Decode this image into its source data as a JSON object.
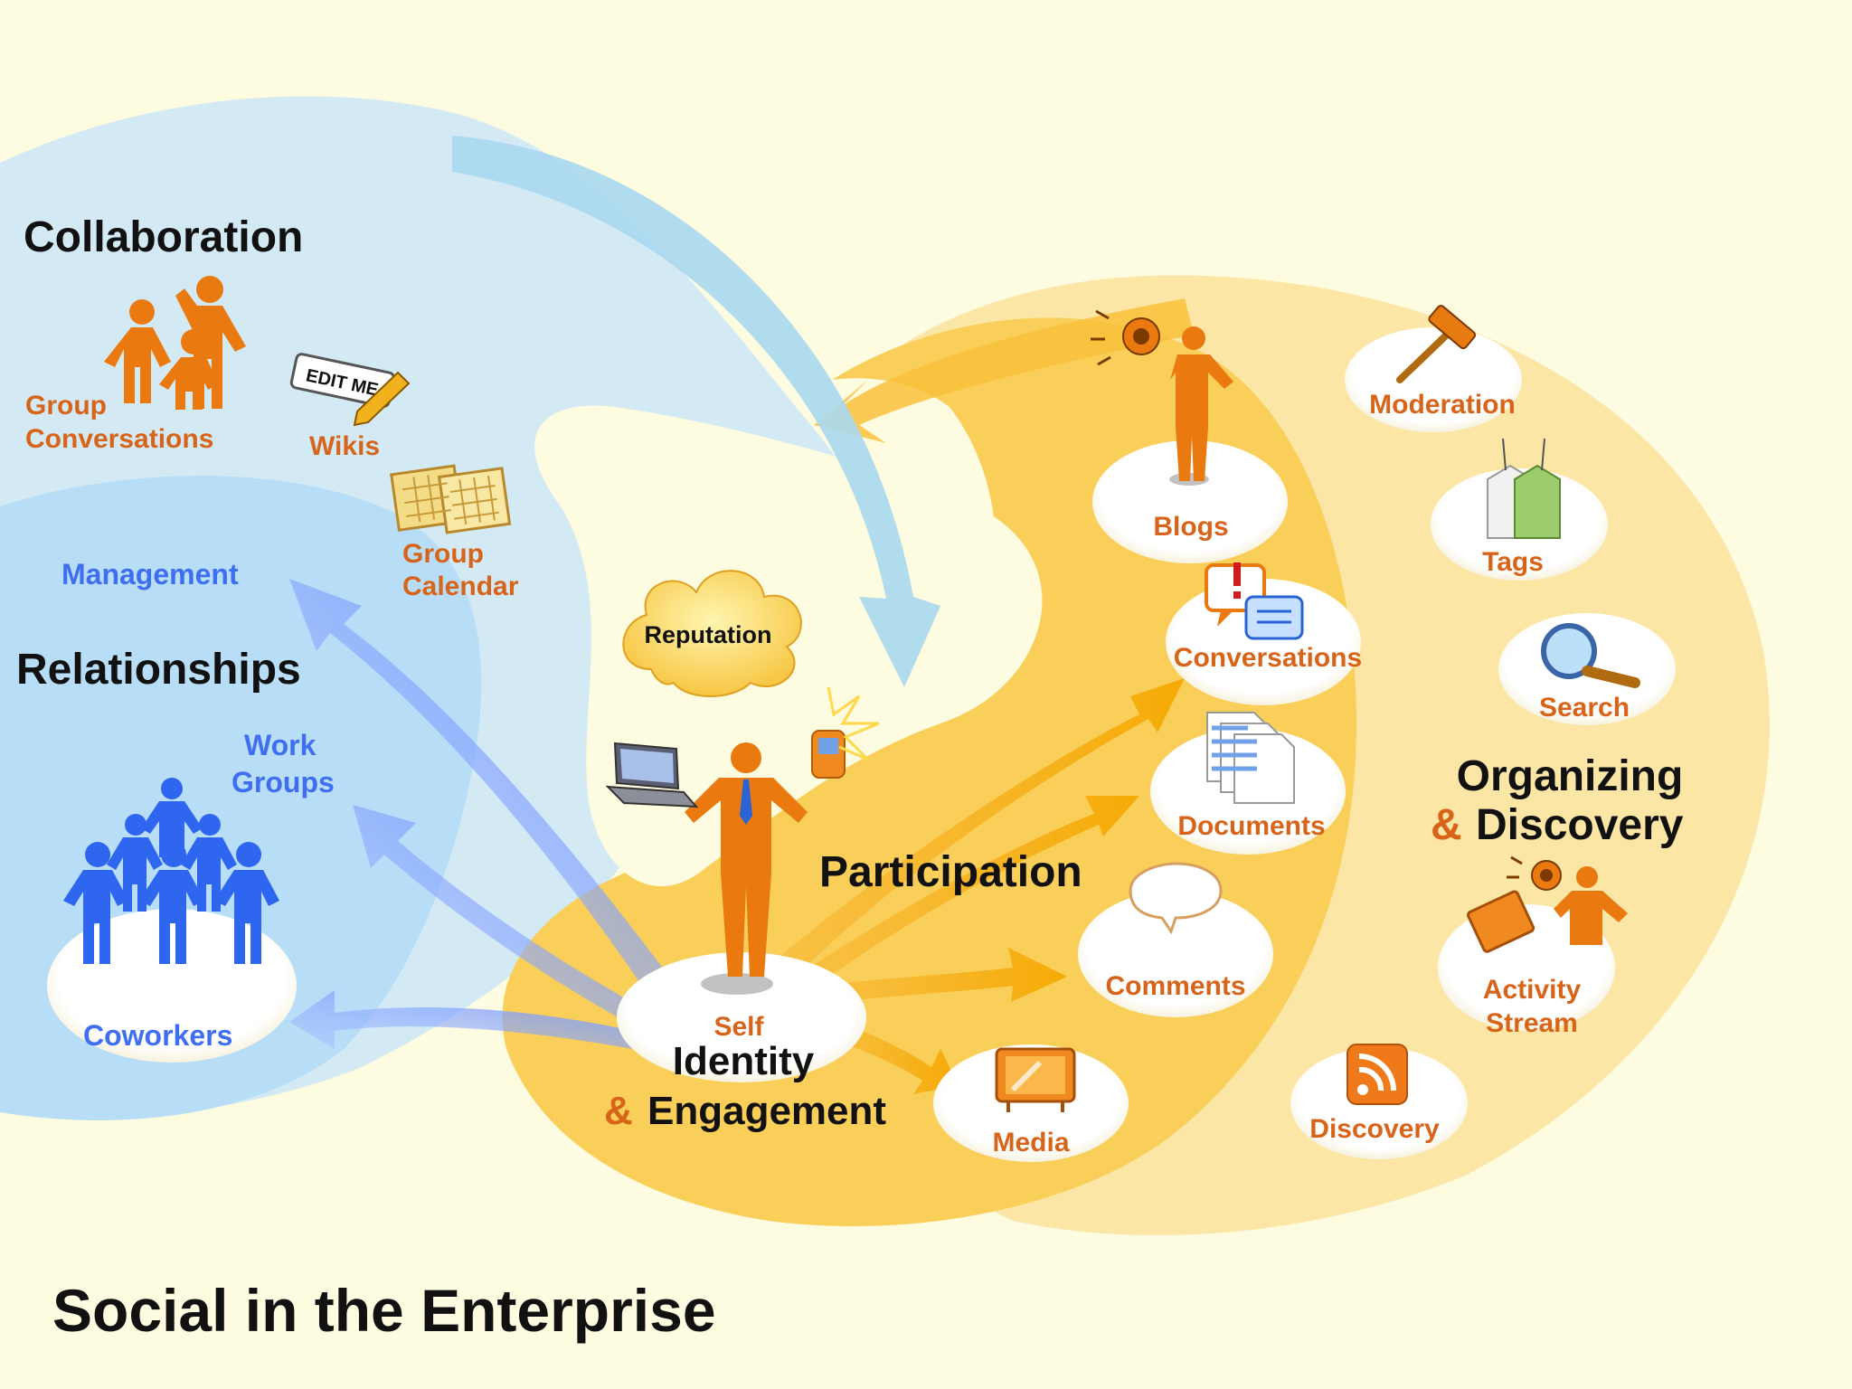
{
  "title": "Social in the Enterprise",
  "colors": {
    "background": "#fdfbe0",
    "orange_text": "#d8641a",
    "blue_text": "#3f6ff0",
    "black_text": "#111111",
    "light_blue_region": "#cfe8f5",
    "blue_region": "#b3daf5",
    "yellow_region": "#f8cc55",
    "pale_yellow_region": "#fbe39a",
    "figure_orange": "#ea7a10",
    "figure_blue": "#2f66f0"
  },
  "sections": {
    "collaboration": {
      "title": "Collaboration",
      "items": {
        "group_conversations": [
          "Group",
          "Conversations"
        ],
        "wikis": "Wikis",
        "wikis_sign": "EDIT ME",
        "group_calendar": [
          "Group",
          "Calendar"
        ]
      }
    },
    "relationships": {
      "title": "Relationships",
      "items": {
        "management": "Management",
        "work_groups": [
          "Work",
          "Groups"
        ],
        "coworkers": "Coworkers"
      }
    },
    "identity": {
      "self": "Self",
      "title_line1": "Identity",
      "amp": "&",
      "title_line2": "Engagement",
      "reputation": "Reputation"
    },
    "participation": {
      "title": "Participation",
      "items": {
        "blogs": "Blogs",
        "conversations": "Conversations",
        "documents": "Documents",
        "comments": "Comments",
        "media": "Media"
      }
    },
    "organizing": {
      "title_line1": "Organizing",
      "amp": "&",
      "title_line2": "Discovery",
      "items": {
        "moderation": "Moderation",
        "tags": "Tags",
        "search": "Search",
        "activity_stream": [
          "Activity",
          "Stream"
        ],
        "discovery": "Discovery"
      }
    }
  }
}
